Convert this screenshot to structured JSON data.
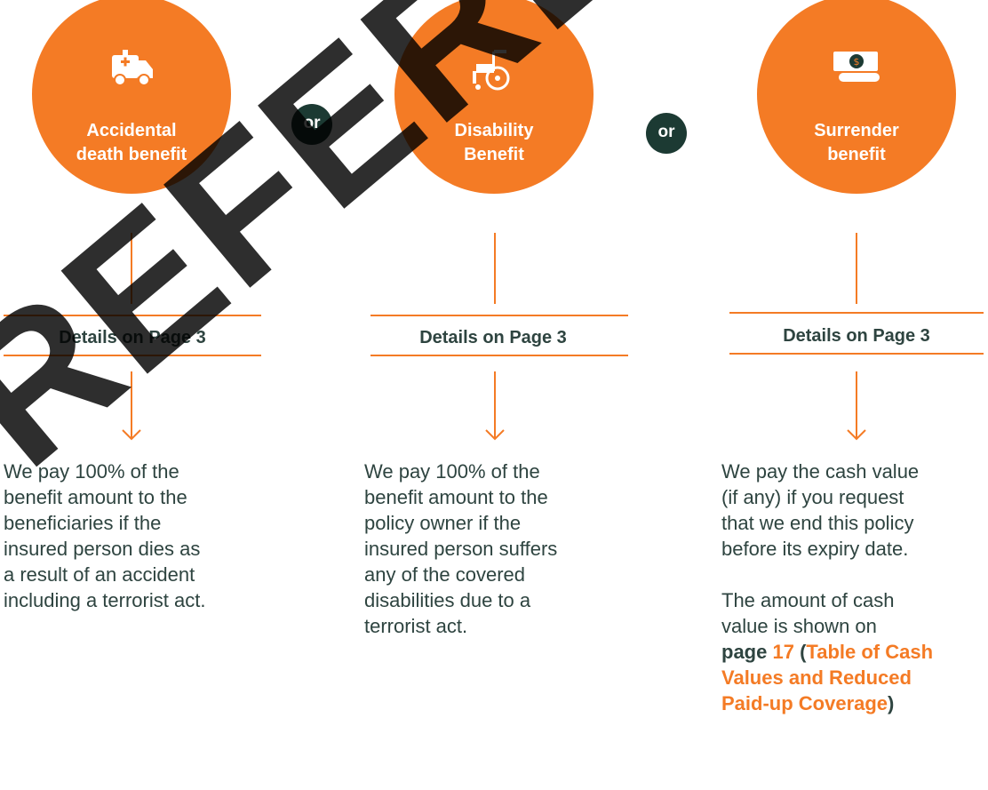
{
  "benefits": [
    {
      "icon": "ambulance-icon",
      "title_line1": "Accidental",
      "title_line2": "death benefit",
      "details": "Details on Page 3",
      "description": [
        "We pay 100% of the",
        "benefit amount to the",
        "beneficiaries if the",
        "insured person dies as",
        "a result of an accident",
        "including a terrorist act."
      ]
    },
    {
      "icon": "wheelchair-icon",
      "title_line1": "Disability",
      "title_line2": "Benefit",
      "details": "Details on Page 3",
      "description": [
        "We pay 100% of the",
        "benefit amount to the",
        "policy owner if the",
        "insured person suffers",
        "any of the covered",
        "disabilities due to a",
        "terrorist act."
      ]
    },
    {
      "icon": "cash-icon",
      "title_line1": "Surrender",
      "title_line2": "benefit",
      "details": "Details on Page 3",
      "description": [
        "We pay the cash value",
        "(if any) if you request",
        "that we end this policy",
        "before its expiry date."
      ],
      "description2": [
        "The amount of cash",
        "value is shown on"
      ],
      "page_word": "page",
      "page_number": "17",
      "link_open": "(",
      "link_text1": "Table of Cash",
      "link_text2": "Values and Reduced",
      "link_text3": "Paid-up Coverage",
      "link_close": ")"
    }
  ],
  "connector": "or",
  "watermark": "REFERENCE",
  "colors": {
    "accent": "#f47b25",
    "badge": "#1c3a33",
    "text": "#2e4440"
  }
}
